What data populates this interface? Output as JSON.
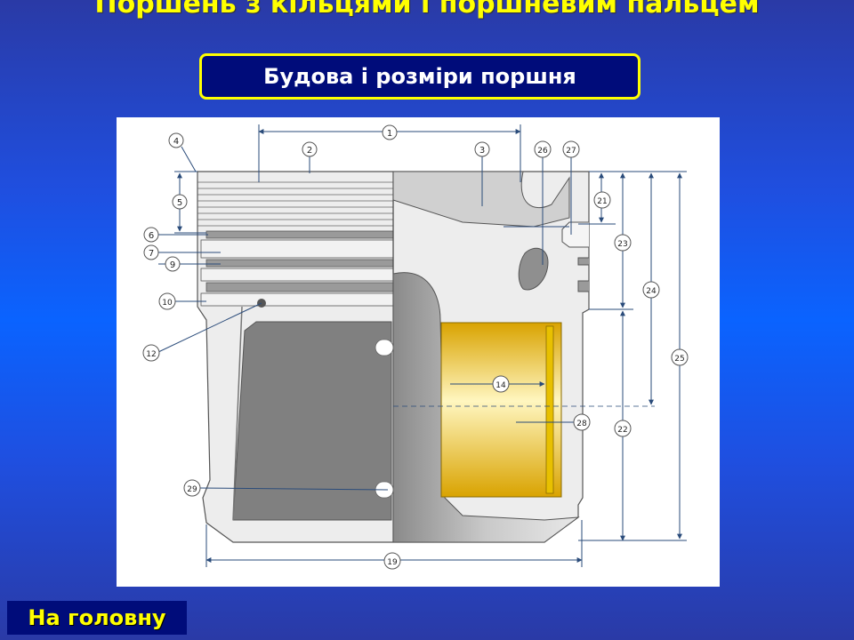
{
  "slide": {
    "title": "Поршень з кільцями і поршневим пальцем",
    "subtitle": "Будова і розміри поршня",
    "home_button": "На головну"
  },
  "diagram": {
    "callouts": [
      "1",
      "2",
      "3",
      "4",
      "5",
      "6",
      "7",
      "9",
      "10",
      "12",
      "14",
      "19",
      "21",
      "22",
      "23",
      "24",
      "25",
      "26",
      "27",
      "28",
      "29"
    ]
  }
}
